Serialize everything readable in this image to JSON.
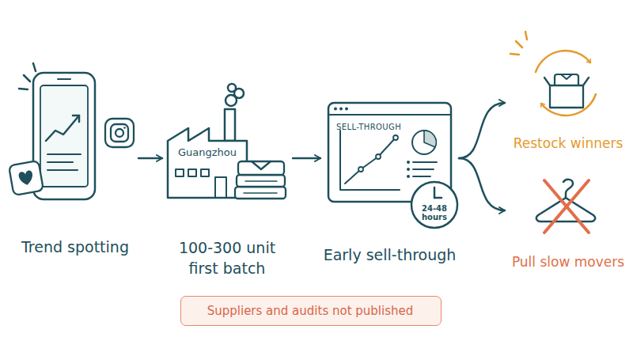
{
  "diagram": {
    "nodes": [
      {
        "text": [
          "Trend spotting"
        ]
      },
      {
        "text": [
          "Guangzhou",
          "100-300 unit first batch"
        ]
      },
      {
        "text": [
          "SELL-THROUGH",
          "Early sell-through"
        ]
      },
      {
        "text": [
          "24-48 hours"
        ],
        "in": 2
      },
      {
        "text": [
          "Restock winners"
        ]
      },
      {
        "text": [
          "Pull slow movers"
        ]
      },
      {
        "text": [
          "Suppliers and audits not published"
        ]
      }
    ],
    "edges": [
      {
        "from": 0,
        "to": 1,
        "arrow": "to"
      },
      {
        "from": 1,
        "to": 2,
        "arrow": "to"
      },
      {
        "from": 2,
        "to": 4,
        "arrow": "to"
      },
      {
        "from": 2,
        "to": 5,
        "arrow": "to"
      }
    ]
  }
}
